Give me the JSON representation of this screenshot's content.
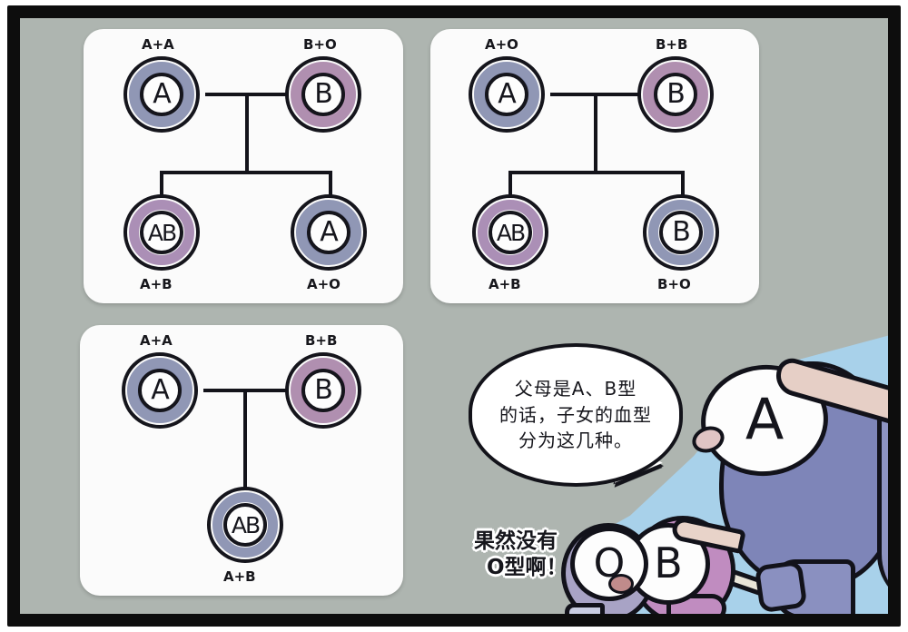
{
  "comic": {
    "title": "Blood type inheritance comic panel",
    "background_color": "#aeb5b0",
    "frame_color": "#0d0d0d",
    "scene_color": "#a8d1ea",
    "colors": {
      "type_a_ring": "#8f97b8",
      "type_b_ring": "#b08fb0",
      "type_ab_ring": "#ab8fb6",
      "ink": "#15151c",
      "panel_bg": "#fbfbfb"
    }
  },
  "panels": [
    {
      "id": "panel-1",
      "parents": [
        {
          "label": "A",
          "genotype": "A+A",
          "type": "a"
        },
        {
          "label": "B",
          "genotype": "B+O",
          "type": "b"
        }
      ],
      "children": [
        {
          "label": "AB",
          "genotype": "A+B",
          "type": "ab"
        },
        {
          "label": "A",
          "genotype": "A+O",
          "type": "a"
        }
      ]
    },
    {
      "id": "panel-2",
      "parents": [
        {
          "label": "A",
          "genotype": "A+O",
          "type": "a"
        },
        {
          "label": "B",
          "genotype": "B+B",
          "type": "b"
        }
      ],
      "children": [
        {
          "label": "AB",
          "genotype": "A+B",
          "type": "ab"
        },
        {
          "label": "B",
          "genotype": "B+O",
          "type": "ab2"
        }
      ]
    },
    {
      "id": "panel-3",
      "parents": [
        {
          "label": "A",
          "genotype": "A+A",
          "type": "a"
        },
        {
          "label": "B",
          "genotype": "B+B",
          "type": "b"
        }
      ],
      "children": [
        {
          "label": "AB",
          "genotype": "A+B",
          "type": "ab2"
        }
      ]
    }
  ],
  "dialogue": {
    "teacher_bubble": {
      "lines": [
        "父母是A、B型",
        "的话，子女的血型",
        "分为这几种。"
      ]
    },
    "student_bubble": {
      "lines": [
        "果然没有",
        "O型啊！"
      ]
    }
  },
  "characters": [
    {
      "name": "teacher",
      "face_label": "A",
      "accessory": "pointer-stick"
    },
    {
      "name": "student-left",
      "face_label": "O"
    },
    {
      "name": "student-right",
      "face_label": "B"
    }
  ]
}
